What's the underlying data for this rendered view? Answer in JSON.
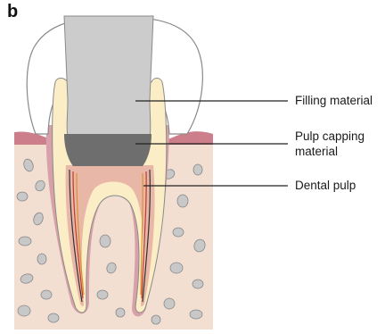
{
  "panel_label": "b",
  "labels": {
    "filling": "Filling material",
    "capping_line1": "Pulp capping",
    "capping_line2": "material",
    "pulp": "Dental pulp"
  },
  "colors": {
    "bone": "#f2dfd2",
    "gum": "#cc7f8a",
    "enamel": "#ffffff",
    "dentin": "#fbedc5",
    "cementum": "#d8a1a9",
    "filling": "#cccccc",
    "capping": "#6e6e6e",
    "pulp": "#e9b7a8",
    "bone_cells": "#c8c8c8",
    "outline": "#8a8a8a"
  }
}
